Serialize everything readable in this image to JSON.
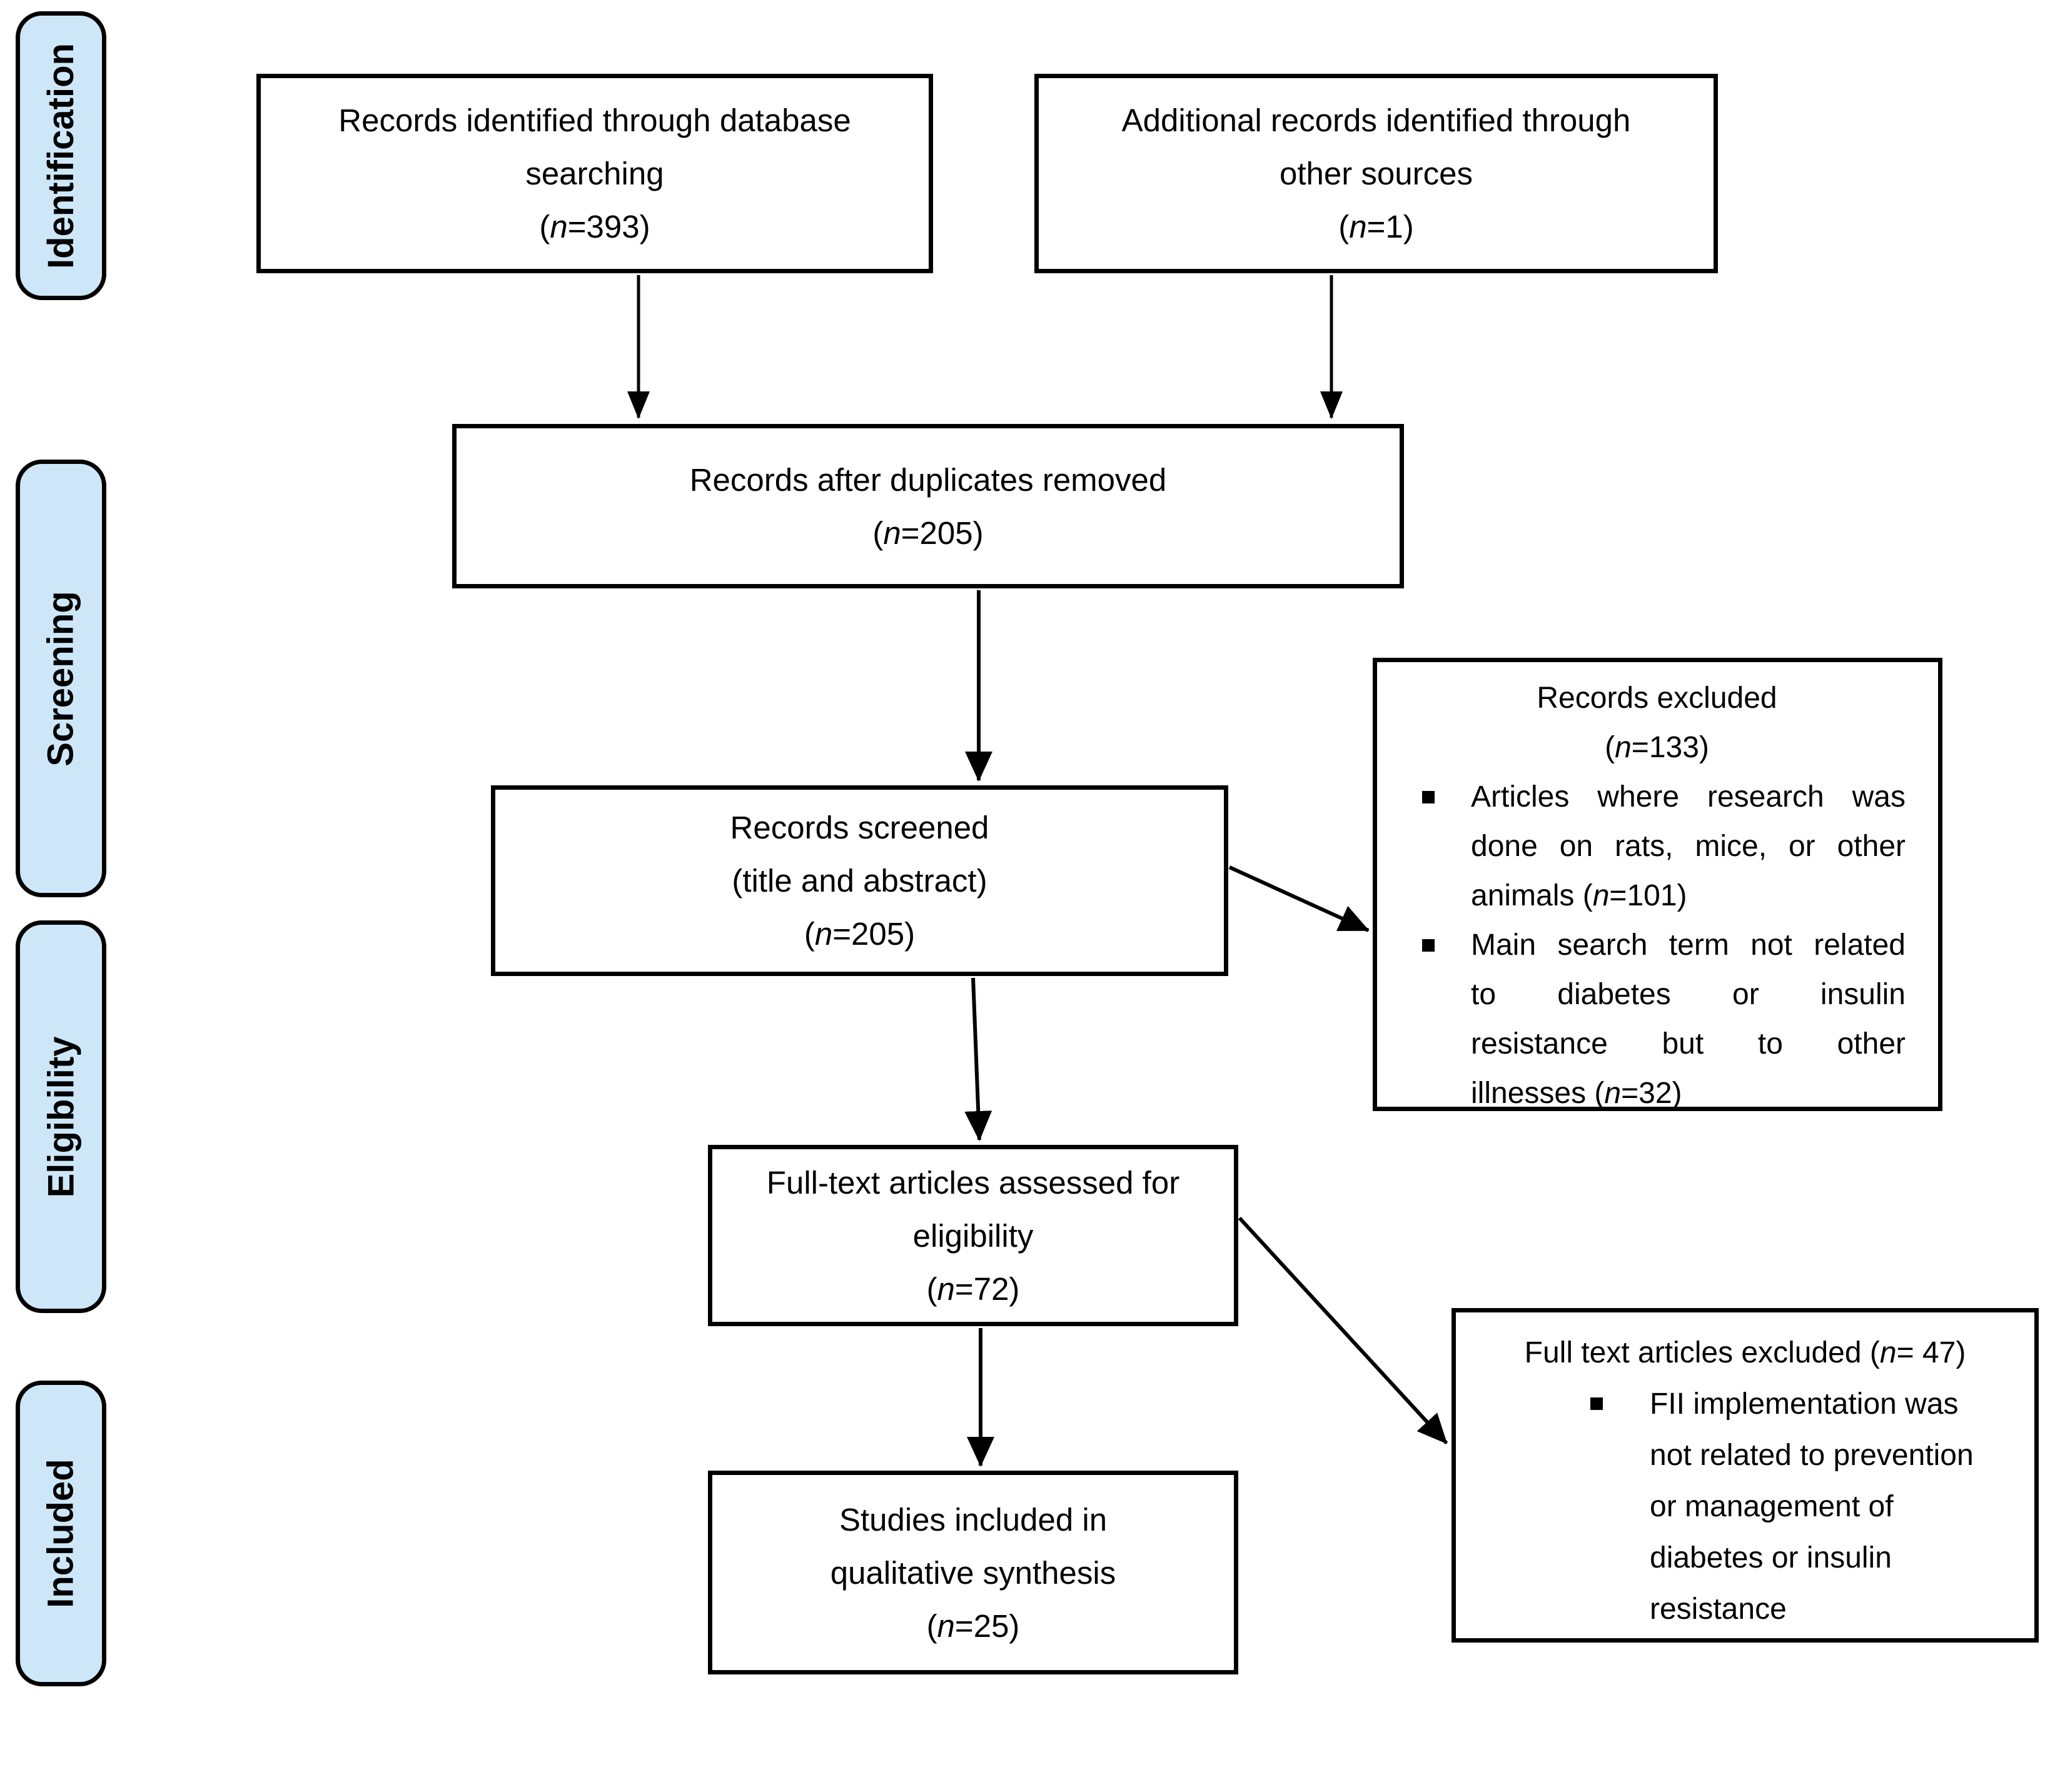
{
  "colors": {
    "stage_fill": "#cde7f8",
    "line_color": "#000000",
    "box_background": "#ffffff"
  },
  "sidebar": {
    "labels": [
      "Identification",
      "Screening",
      "Eligibility",
      "Included"
    ]
  },
  "boxes": {
    "identified": {
      "lines": [
        "Records identified through database",
        "searching",
        "(n=393)"
      ]
    },
    "additional": {
      "lines": [
        "Additional records identified through",
        "other sources",
        "(n=1)"
      ]
    },
    "deduplicated": {
      "lines": [
        "Records after duplicates removed",
        "(n=205)"
      ]
    },
    "screened": {
      "lines": [
        "Records screened",
        "(title and abstract)",
        "(n=205)"
      ]
    },
    "records_excluded": {
      "title_lines": [
        "Records excluded",
        "(n=133)"
      ],
      "bullets": [
        {
          "lines": [
            "Articles where research was",
            "done on rats, mice, or other",
            "animals (n=101)"
          ]
        },
        {
          "lines": [
            "Main search term not related",
            "to diabetes or insulin",
            "resistance but to other",
            "illnesses (n=32)"
          ]
        }
      ]
    },
    "assessed": {
      "lines": [
        "Full-text articles assessed for",
        "eligibility",
        "(n=72)"
      ]
    },
    "fulltext_excluded": {
      "title": "Full text articles excluded (n= 47)",
      "bullets": [
        {
          "lines": [
            "FII implementation was",
            "not related to prevention",
            "or management of",
            "diabetes or insulin",
            "resistance"
          ]
        }
      ]
    },
    "included_studies": {
      "lines": [
        "Studies included in",
        "qualitative synthesis",
        "(n=25)"
      ]
    }
  }
}
